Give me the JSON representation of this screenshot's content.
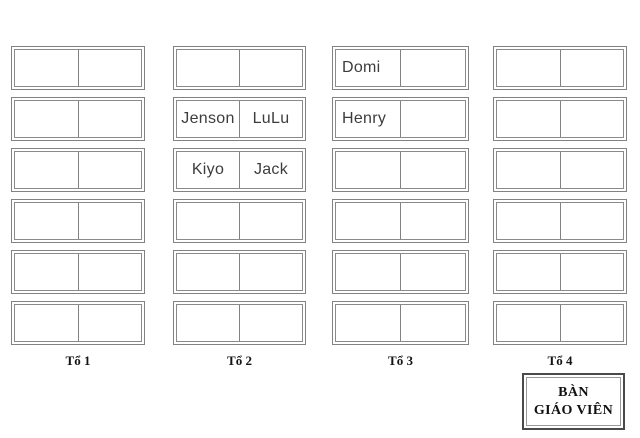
{
  "seating": {
    "groups": [
      {
        "label": "Tổ 1",
        "desks": [
          [
            "",
            ""
          ],
          [
            "",
            ""
          ],
          [
            "",
            ""
          ],
          [
            "",
            ""
          ],
          [
            "",
            ""
          ],
          [
            "",
            ""
          ]
        ]
      },
      {
        "label": "Tổ 2",
        "desks": [
          [
            "",
            ""
          ],
          [
            "Jenson",
            "LuLu"
          ],
          [
            "Kiyo",
            "Jack"
          ],
          [
            "",
            ""
          ],
          [
            "",
            ""
          ],
          [
            "",
            ""
          ]
        ]
      },
      {
        "label": "Tổ 3",
        "desks": [
          [
            "Domi",
            ""
          ],
          [
            "Henry",
            ""
          ],
          [
            "",
            ""
          ],
          [
            "",
            ""
          ],
          [
            "",
            ""
          ],
          [
            "",
            ""
          ]
        ]
      },
      {
        "label": "Tổ 4",
        "desks": [
          [
            "",
            ""
          ],
          [
            "",
            ""
          ],
          [
            "",
            ""
          ],
          [
            "",
            ""
          ],
          [
            "",
            ""
          ],
          [
            "",
            ""
          ]
        ]
      }
    ]
  },
  "teacher_desk": {
    "line1": "BÀN",
    "line2": "GIÁO VIÊN"
  },
  "colors": {
    "desk_border": "#828282",
    "teacher_desk_border": "#4a4a4a",
    "name_text": "#3d3d3d",
    "label_text": "#141414",
    "background": "#ffffff"
  }
}
